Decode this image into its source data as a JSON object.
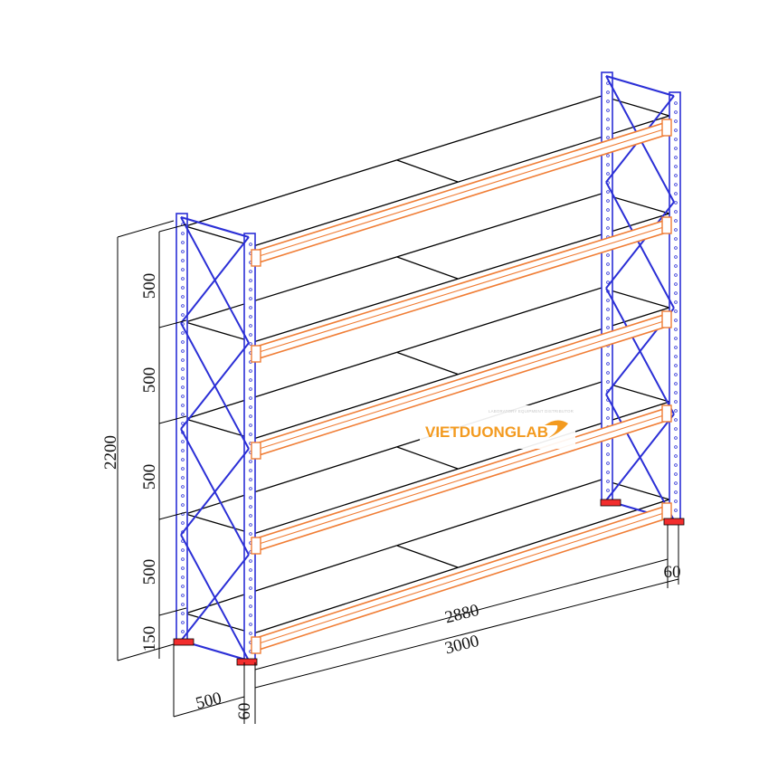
{
  "logo": {
    "main": "VIETDUONGLAB",
    "sub": "LABORATORY EQUIPMENT DISTRIBUTOR"
  },
  "dimensions": {
    "total_height": "2200",
    "shelf_gap_1": "500",
    "shelf_gap_2": "500",
    "shelf_gap_3": "500",
    "shelf_gap_4": "500",
    "bottom_clearance": "150",
    "depth": "500",
    "post_width_left": "60",
    "post_width_right": "60",
    "beam_length": "2880",
    "overall_length": "3000"
  },
  "colors": {
    "frame": "#2b2fd6",
    "beam": "#f07d35",
    "foot": "#f22d2d",
    "line": "#000000"
  },
  "shelf_levels": 5
}
